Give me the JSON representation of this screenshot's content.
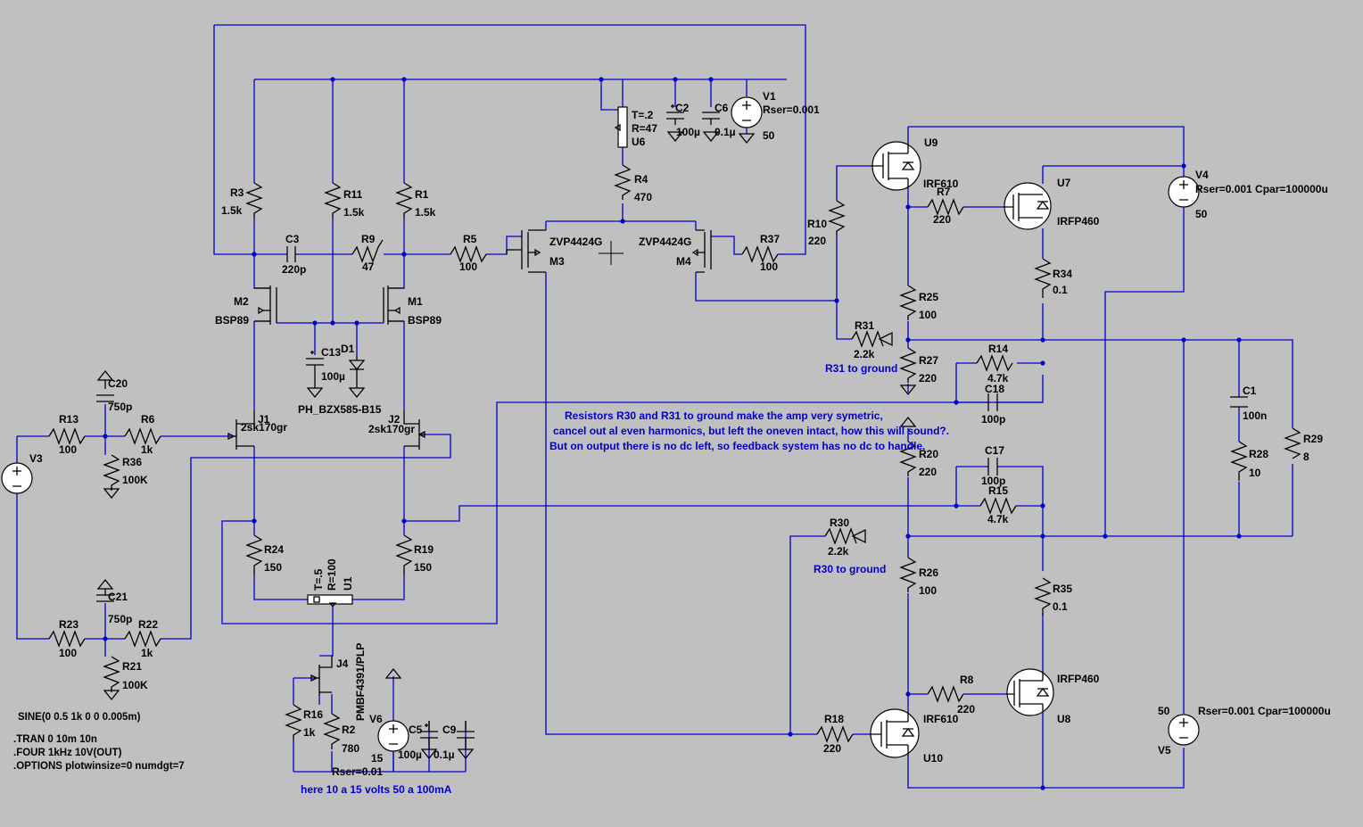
{
  "labels": {
    "r3": "R3",
    "r3v": "1.5k",
    "r11": "R11",
    "r11v": "1.5k",
    "r1": "R1",
    "r1v": "1.5k",
    "c3": "C3",
    "c3v": "220p",
    "r9": "R9",
    "r9v": "47",
    "r5": "R5",
    "r5v": "100",
    "u6": "U6",
    "u6t": "T=.2",
    "u6r": "R=47",
    "r4": "R4",
    "r4v": "470",
    "c2": "C2",
    "c2v": "100µ",
    "c6": "C6",
    "c6v": "0.1µ",
    "v1": "V1",
    "v1p": "Rser=0.001",
    "v1v": "50",
    "m3": "M3",
    "m3t": "ZVP4424G",
    "m4": "M4",
    "m4t": "ZVP4424G",
    "r37": "R37",
    "r37v": "100",
    "m2": "M2",
    "m2t": "BSP89",
    "m1": "M1",
    "m1t": "BSP89",
    "c13": "C13",
    "c13v": "100µ",
    "d1": "D1",
    "d1t": "PH_BZX585-B15",
    "c20": "C20",
    "c20v": "750p",
    "r13": "R13",
    "r13v": "100",
    "r6": "R6",
    "r6v": "1k",
    "r36": "R36",
    "r36v": "100K",
    "v3": "V3",
    "j1": "J1",
    "j1t": "2sk170gr",
    "j2": "J2",
    "j2t": "2sk170gr",
    "r24": "R24",
    "r24v": "150",
    "r19": "R19",
    "r19v": "150",
    "u1": "U1",
    "u1t": "T=.5",
    "u1r": "R=100",
    "c21": "C21",
    "c21v": "750p",
    "r23": "R23",
    "r23v": "100",
    "r22": "R22",
    "r22v": "1k",
    "r21": "R21",
    "r21v": "100K",
    "j4": "J4",
    "j4t": "PMBF4391/PLP",
    "r16": "R16",
    "r16v": "1k",
    "r2": "R2",
    "r2v": "780",
    "v6": "V6",
    "v6v": "15",
    "v6p": "Rser=0.01",
    "c5": "C5",
    "c5v": "100µ",
    "c9": "C9",
    "c9v": "0.1µ",
    "u9": "U9",
    "u9t": "IRF610",
    "u7": "U7",
    "u7t": "IRFP460",
    "r7": "R7",
    "r7v": "220",
    "r10": "R10",
    "r10v": "220",
    "r34": "R34",
    "r34v": "0.1",
    "r25": "R25",
    "r25v": "100",
    "r31": "R31",
    "r31v": "2.2k",
    "r27": "R27",
    "r27v": "220",
    "r14": "R14",
    "r14v": "4.7k",
    "c18": "C18",
    "c18v": "100p",
    "v4": "V4",
    "v4p": "Rser=0.001 Cpar=100000u",
    "v4v": "50",
    "c1": "C1",
    "c1v": "100n",
    "r28": "R28",
    "r28v": "10",
    "r29": "R29",
    "r29v": "8",
    "r20": "R20",
    "r20v": "220",
    "c17": "C17",
    "c17v": "100p",
    "r15": "R15",
    "r15v": "4.7k",
    "r30": "R30",
    "r30v": "2.2k",
    "r26": "R26",
    "r26v": "100",
    "r35": "R35",
    "r35v": "0.1",
    "r8": "R8",
    "r8v": "220",
    "u8": "U8",
    "u8t": "IRFP460",
    "u10": "U10",
    "u10t": "IRF610",
    "r18": "R18",
    "r18v": "220",
    "v5": "V5",
    "v5v": "50",
    "v5p": "Rser=0.001 Cpar=100000u"
  },
  "notes": {
    "r31_ground": "R31 to ground",
    "r30_ground": "R30 to ground",
    "supply": "here 10 a 15 volts 50 a 100mA",
    "line1": "Resistors R30 and R31 to ground make the amp very symetric,",
    "line2": "cancel out al even harmonics, but left the oneven intact, how this will sound?.",
    "line3": "But on output there is no dc left, so feedback system has no dc to handle."
  },
  "commands": {
    "sine": "SINE(0 0.5 1k 0 0 0.005m)",
    "tran": ".TRAN 0 10m 10n",
    "four": ".FOUR 1kHz 10V(OUT)",
    "options": ".OPTIONS plotwinsize=0 numdgt=7"
  }
}
